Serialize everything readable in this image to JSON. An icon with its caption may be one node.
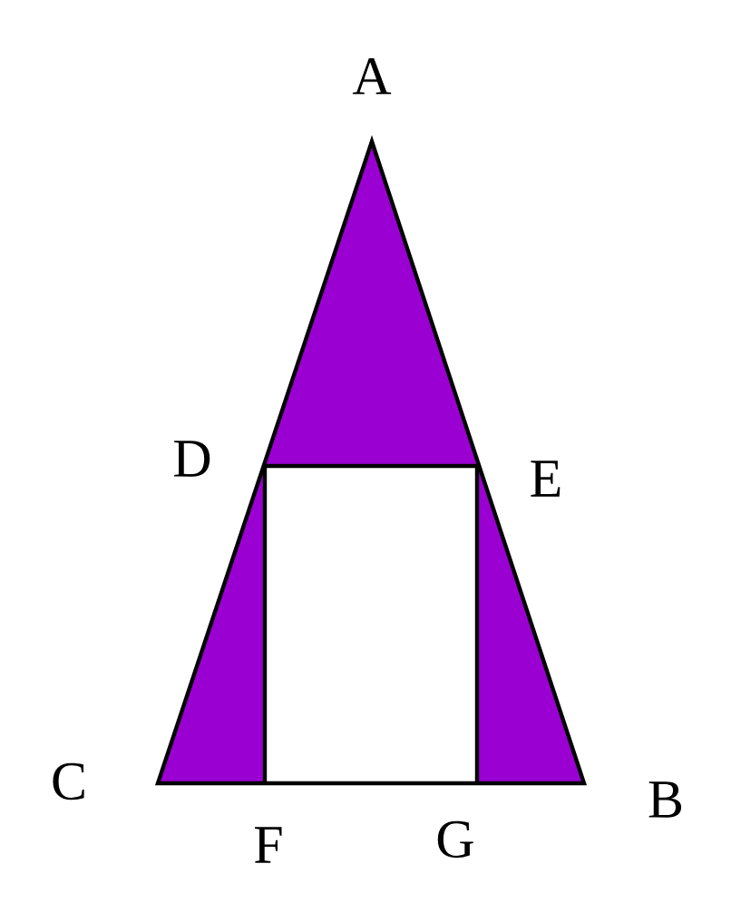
{
  "diagram": {
    "labels": [
      "A",
      "D",
      "E",
      "C",
      "B",
      "F",
      "G"
    ]
  }
}
